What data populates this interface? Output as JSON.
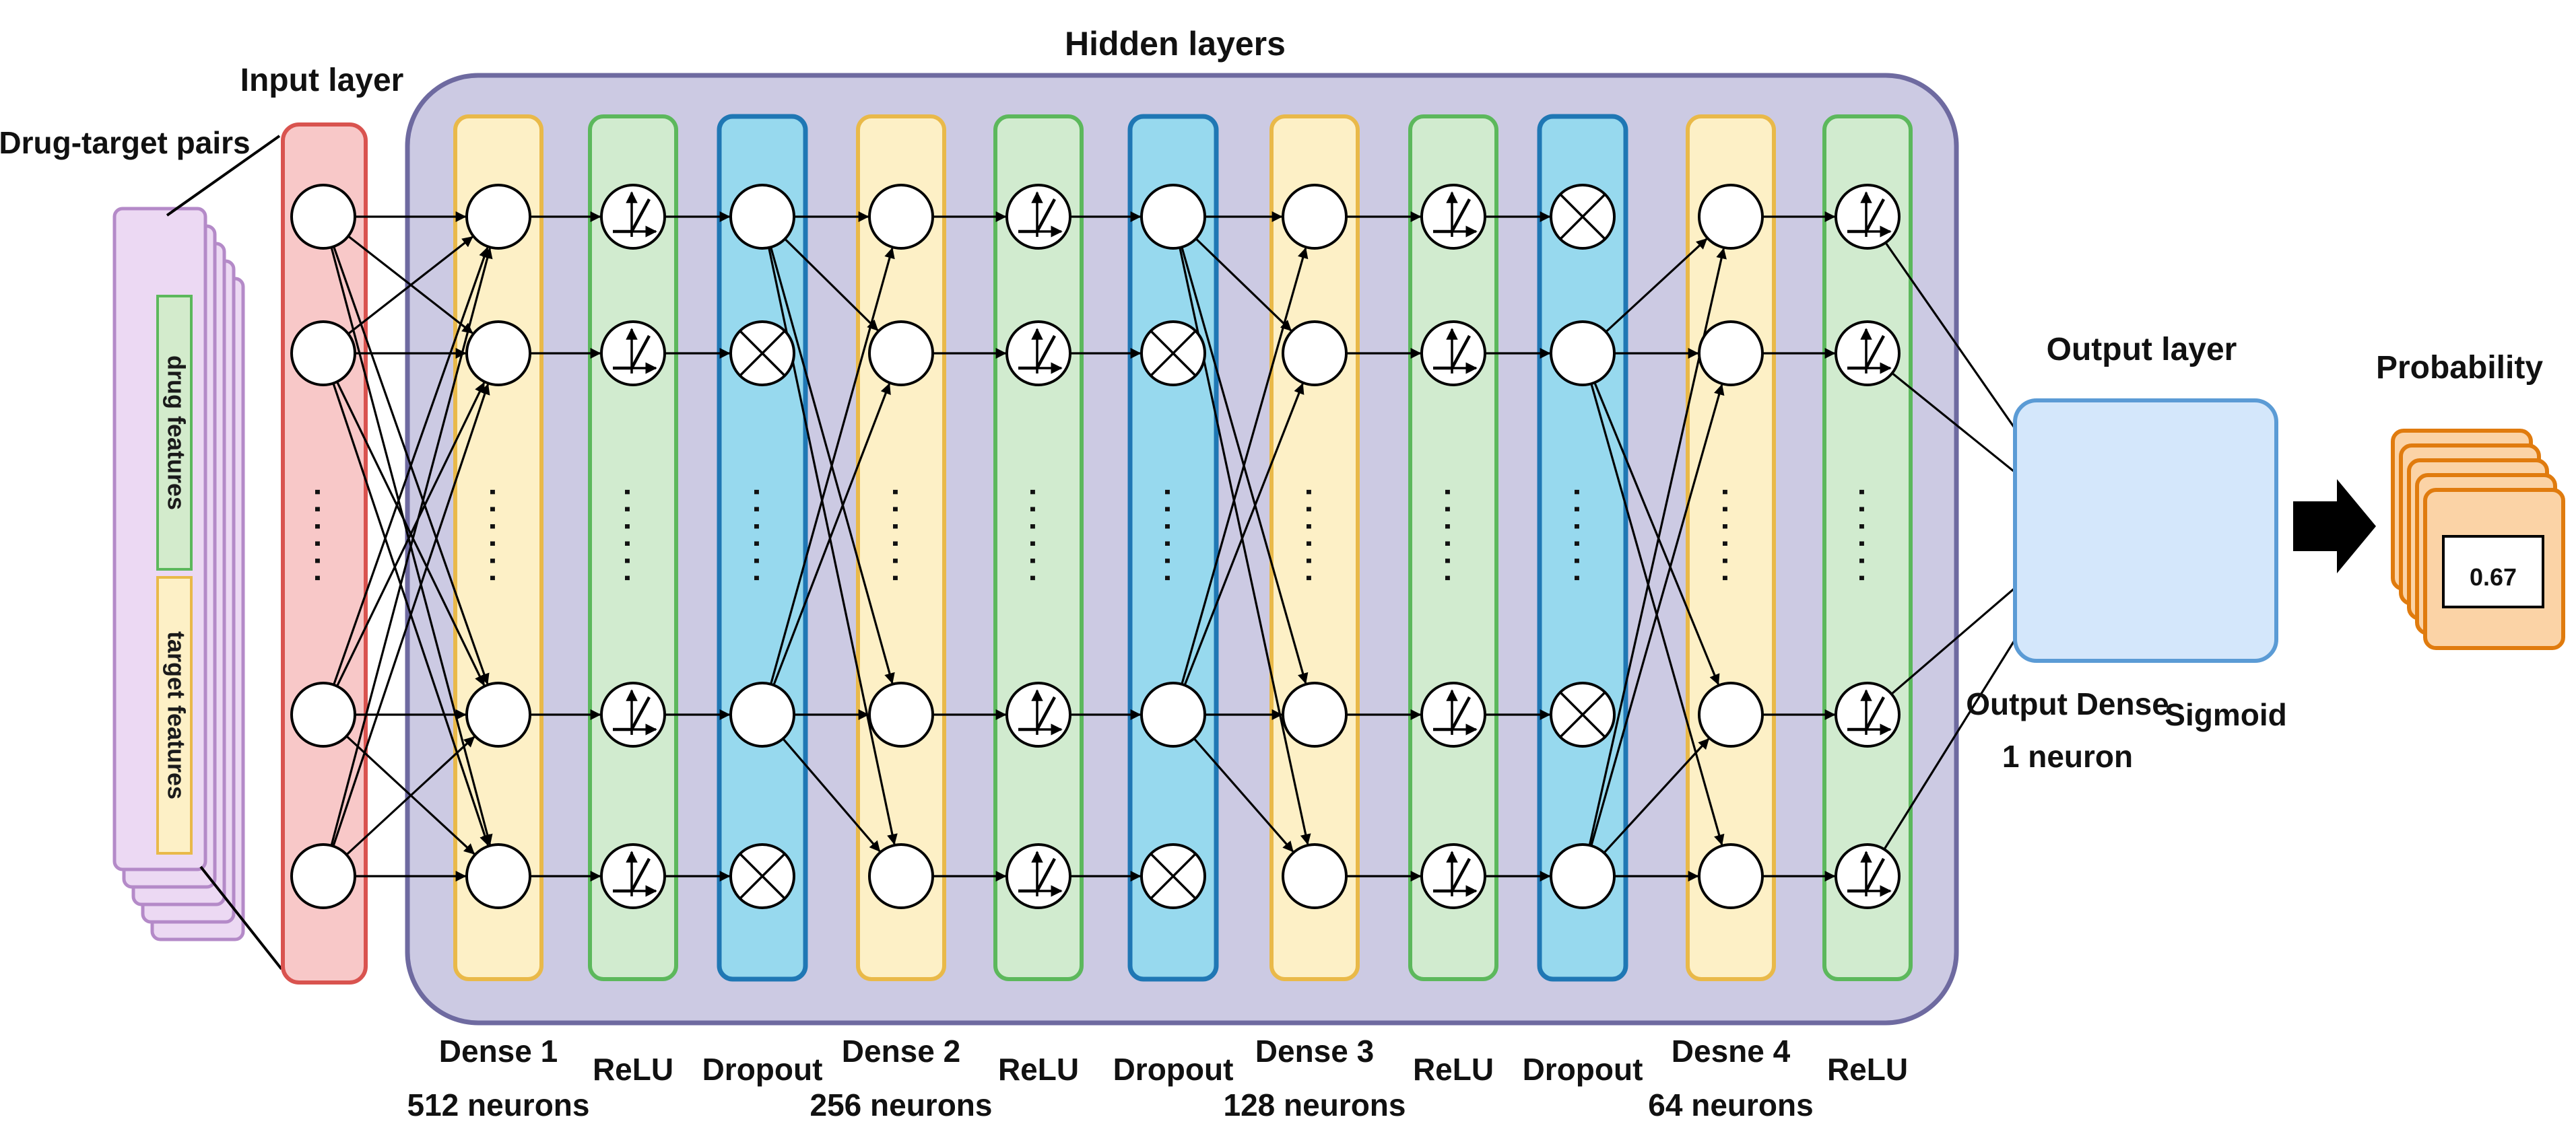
{
  "title": "Hidden layers",
  "input": {
    "pairs_label": "Drug-target pairs",
    "drug_features": "drug features",
    "target_features": "target features",
    "layer_label": "Input layer"
  },
  "hidden_layers": [
    {
      "kind": "dense",
      "name": "Dense 1",
      "sub": "512 neurons"
    },
    {
      "kind": "relu",
      "name": "ReLU",
      "sub": ""
    },
    {
      "kind": "dropout",
      "name": "Dropout",
      "sub": "",
      "dropped": [
        false,
        true,
        false,
        true
      ]
    },
    {
      "kind": "dense",
      "name": "Dense 2",
      "sub": "256 neurons"
    },
    {
      "kind": "relu",
      "name": "ReLU",
      "sub": ""
    },
    {
      "kind": "dropout",
      "name": "Dropout",
      "sub": "",
      "dropped": [
        false,
        true,
        false,
        true
      ]
    },
    {
      "kind": "dense",
      "name": "Dense 3",
      "sub": "128 neurons"
    },
    {
      "kind": "relu",
      "name": "ReLU",
      "sub": ""
    },
    {
      "kind": "dropout",
      "name": "Dropout",
      "sub": "",
      "dropped": [
        true,
        false,
        true,
        false
      ]
    },
    {
      "kind": "dense",
      "name": "Desne 4",
      "sub": "64 neurons"
    },
    {
      "kind": "relu",
      "name": "ReLU",
      "sub": ""
    }
  ],
  "output": {
    "layer_label": "Output layer",
    "dense_label_line1": "Output Dense",
    "dense_label_line2": "1 neuron",
    "sigmoid_label": "Sigmoid"
  },
  "result": {
    "label": "Probability",
    "value": "0.67"
  },
  "dots_text": ". . . . . .",
  "colors": {
    "hidden_bg": "#cccae3",
    "input_fill": "#f8c8c8",
    "input_stroke": "#d9534f",
    "dense_fill": "#fdf0c6",
    "dense_stroke": "#e9b949",
    "relu_fill": "#d1ebcf",
    "relu_stroke": "#5cb85c",
    "dropout_fill": "#97d9ee",
    "dropout_stroke": "#1f77b4",
    "output_fill": "#d4e7fb",
    "output_stroke": "#5b9bd5",
    "prob_fill": "#fbd3a6",
    "prob_stroke": "#e07b0e",
    "pairs_fill": "#ecd9f3",
    "pairs_stroke": "#b48ac8"
  }
}
